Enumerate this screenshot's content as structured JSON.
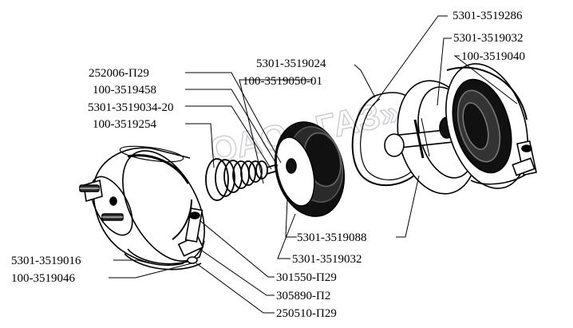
{
  "diagram": {
    "watermark": "ОАО «ГАЗ»",
    "labels": {
      "l_252006_p29": "252006-П29",
      "l_100_3519458": "100-3519458",
      "l_5301_3519034_20": "5301-3519034-20",
      "l_100_3519254": "100-3519254",
      "l_5301_3519024": "5301-3519024",
      "l_100_3519050_01": "100-3519050-01",
      "l_5301_3519286": "5301-3519286",
      "l_5301_3519032_top": "5301-3519032",
      "l_100_3519040": "100-3519040",
      "l_5301_3519088": "5301-3519088",
      "l_5301_3519032_bottom": "5301-3519032",
      "l_5301_3519016": "5301-3519016",
      "l_100_3519046": "100-3519046",
      "l_301550_p29": "301550-П29",
      "l_305890_p2": "305890-П2",
      "l_250510_p29": "250510-П29"
    }
  }
}
